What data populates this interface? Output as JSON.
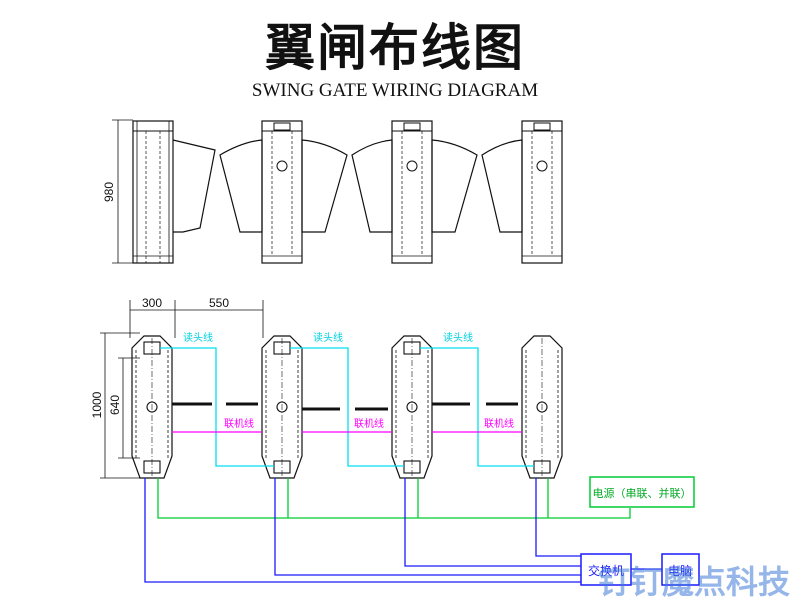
{
  "title_cn": "翼闸布线图",
  "title_en": "SWING GATE WIRING DIAGRAM",
  "dimensions": {
    "height_980": "980",
    "width_300": "300",
    "width_550": "550",
    "height_1000": "1000",
    "height_640": "640"
  },
  "labels": {
    "reader_line": "读头线",
    "link_line": "联机线",
    "power": "电源（串联、并联）",
    "switch": "交换机",
    "computer": "电脑"
  },
  "watermark": "钉钉魔点科技",
  "colors": {
    "reader_line": "#00e0f0",
    "link_line": "#ff00ff",
    "power_line": "#00cc33",
    "network_line": "#1a1aff",
    "outline": "#111111",
    "watermark": "#3f7ad9"
  }
}
